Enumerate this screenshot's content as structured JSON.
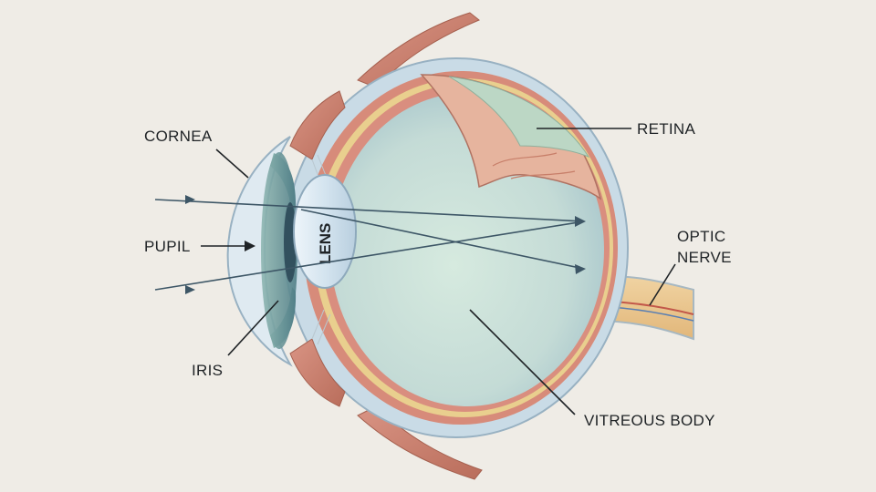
{
  "labels": {
    "cornea": "CORNEA",
    "pupil": "PUPIL",
    "iris": "IRIS",
    "lens": "LENS",
    "retina": "RETINA",
    "optic_nerve_line1": "OPTIC",
    "optic_nerve_line2": "NERVE",
    "vitreous_body": "VITREOUS BODY"
  },
  "colors": {
    "background": "#efece6",
    "sclera": "#c9dbe6",
    "choroid": "#d78b7a",
    "retina_layer": "#e9cf8e",
    "vitreous": "#cfe3dc",
    "lens": "#dce9f2",
    "iris": "#6f9aa0",
    "muscle": "#c9826e",
    "ray": "#3d5666",
    "text": "#1f2326"
  }
}
